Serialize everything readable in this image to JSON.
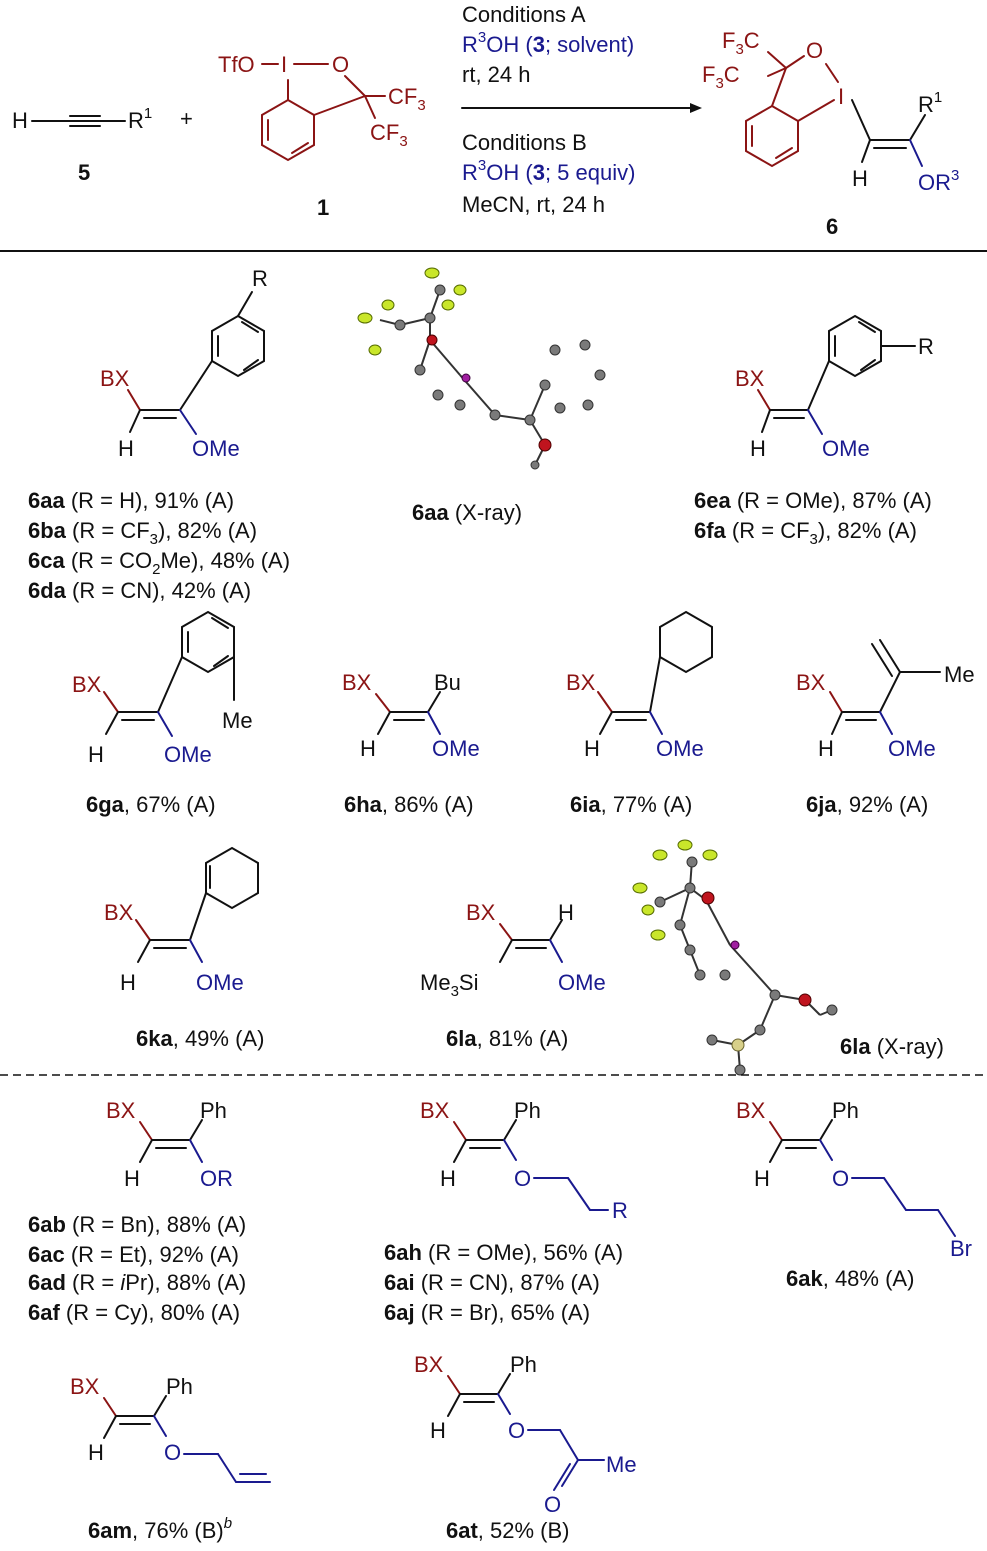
{
  "scheme": {
    "reactant_alkyne": {
      "h": "H",
      "r": "R",
      "r_sup": "1",
      "number": "5"
    },
    "plus": "+",
    "reagent": {
      "tfo": "TfO",
      "i": "I",
      "o": "O",
      "cf3_a": "CF",
      "cf3_b": "CF",
      "sub3": "3",
      "number": "1"
    },
    "conditions_a": {
      "title": "Conditions A",
      "line1_r": "R",
      "line1_sup": "3",
      "line1_oh": "OH (",
      "line1_num": "3",
      "line1_rest": "; solvent)",
      "line2": "rt, 24 h"
    },
    "conditions_b": {
      "title": "Conditions B",
      "line1_r": "R",
      "line1_sup": "3",
      "line1_oh": "OH (",
      "line1_num": "3",
      "line1_rest": "; 5 equiv)",
      "line2": "MeCN, rt, 24 h"
    },
    "product": {
      "f3c_a": "F",
      "f3c_b": "F",
      "c": "C",
      "sub3": "3",
      "o": "O",
      "i": "I",
      "r": "R",
      "r_sup": "1",
      "h": "H",
      "or": "OR",
      "or_sup": "3",
      "number": "6"
    }
  },
  "labels": {
    "bx": "BX",
    "h": "H",
    "ome": "OMe",
    "r": "R",
    "bu": "Bu",
    "me": "Me",
    "ph": "Ph",
    "or": "OR",
    "o": "O",
    "br": "Br",
    "me3si_a": "Me",
    "me3si_b": "Si",
    "sub3": "3"
  },
  "entries_group1": {
    "left": [
      {
        "code": "6aa",
        "text": " (R = H), 91% (A)"
      },
      {
        "code": "6ba",
        "text": " (R = CF",
        "sub": "3",
        "tail": "), 82% (A)"
      },
      {
        "code": "6ca",
        "text": " (R = CO",
        "sub": "2",
        "tail": "Me), 48% (A)"
      },
      {
        "code": "6da",
        "text": " (R = CN), 42% (A)"
      }
    ],
    "xray1": {
      "code": "6aa",
      "text": " (X-ray)"
    },
    "right": [
      {
        "code": "6ea",
        "text": " (R = OMe), 87% (A)"
      },
      {
        "code": "6fa",
        "text": " (R = CF",
        "sub": "3",
        "tail": "), 82% (A)"
      }
    ]
  },
  "entries_group2": [
    {
      "code": "6ga",
      "text": ", 67% (A)"
    },
    {
      "code": "6ha",
      "text": ", 86% (A)"
    },
    {
      "code": "6ia",
      "text": ", 77% (A)"
    },
    {
      "code": "6ja",
      "text": ", 92% (A)"
    }
  ],
  "entries_group3": [
    {
      "code": "6ka",
      "text": ", 49% (A)"
    },
    {
      "code": "6la",
      "text": ", 81% (A)"
    },
    {
      "code": "6la",
      "text": " (X-ray)"
    }
  ],
  "entries_group4": {
    "ab": [
      {
        "code": "6ab",
        "text": " (R = Bn), 88% (A)"
      },
      {
        "code": "6ac",
        "text": " (R = Et), 92% (A)"
      },
      {
        "code": "6ad",
        "text": " (R = ",
        "ital": "i",
        "tail": "Pr), 88% (A)"
      },
      {
        "code": "6af",
        "text": " (R = Cy), 80% (A)"
      }
    ],
    "ah": [
      {
        "code": "6ah",
        "text": " (R = OMe), 56% (A)"
      },
      {
        "code": "6ai",
        "text": " (R = CN), 87% (A)"
      },
      {
        "code": "6aj",
        "text": " (R = Br), 65% (A)"
      }
    ],
    "ak": {
      "code": "6ak",
      "text": ", 48% (A)"
    },
    "am": {
      "code": "6am",
      "text": ", 76% (B)",
      "sup": "b"
    },
    "at": {
      "code": "6at",
      "text": ", 52% (B)"
    }
  },
  "colors": {
    "bx_red": "#8b1414",
    "alkoxy_blue": "#1a1a8f",
    "fluorine": "#c9e62a",
    "oxygen": "#c0141e",
    "iodine": "#a01fa0"
  }
}
